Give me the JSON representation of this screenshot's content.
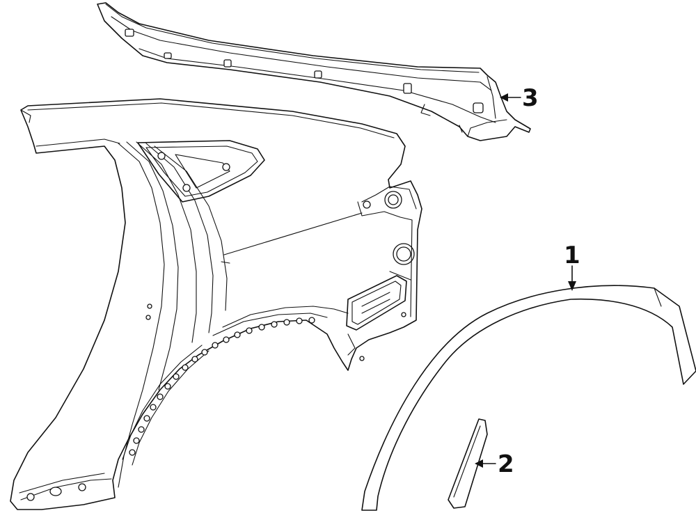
{
  "callouts": [
    {
      "number": "1"
    },
    {
      "number": "2"
    },
    {
      "number": "3"
    }
  ],
  "colors": {
    "line": "#111111",
    "background": "#ffffff"
  }
}
